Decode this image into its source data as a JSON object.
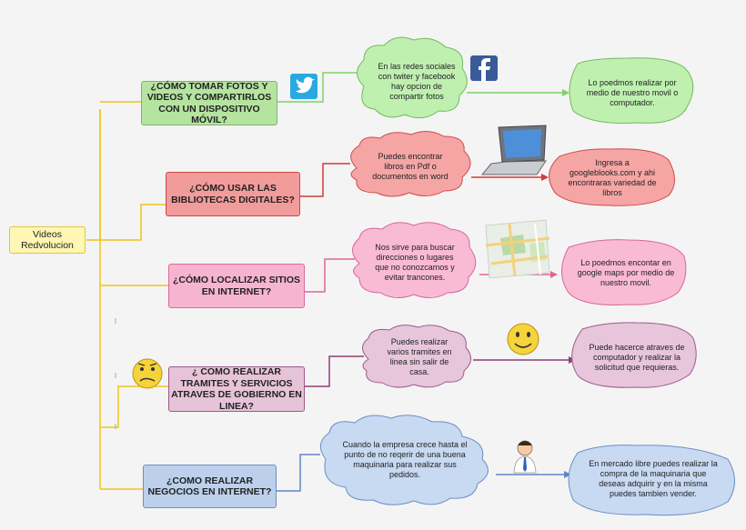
{
  "root": {
    "label": "Videos Redvolucion"
  },
  "branches": [
    {
      "question": "¿CÓMO TOMAR FOTOS Y VIDEOS Y COMPARTIRLOS CON UN DISPOSITIVO MÓVIL?",
      "idea": "En las redes sociales con twiter y facebook hay opcion de compartir fotos",
      "result": "Lo poedmos realizar por medio de nuestro movil o computador.",
      "colors": {
        "box": "#b5e4a0",
        "line": "#7bd36a",
        "cloud": "#bff0b0",
        "cloud_border": "#74b85f"
      },
      "icons": [
        "twitter-icon",
        "facebook-icon"
      ]
    },
    {
      "question": "¿CÓMO USAR LAS BIBLIOTECAS DIGITALES?",
      "idea": "Puedes encontrar libros en Pdf o documentos en word",
      "result": "Ingresa a googleblooks.com y ahi encontraras variedad de libros",
      "colors": {
        "box": "#f29b9b",
        "line": "#d23a3a",
        "cloud": "#f6a5a5",
        "cloud_border": "#d14a4a"
      },
      "icons": [
        "laptop-icon"
      ]
    },
    {
      "question": "¿CÓMO LOCALIZAR SITIOS EN INTERNET?",
      "idea": "Nos sirve para buscar direcciones o lugares que no conozcamos y evitar trancones.",
      "result": "Lo poedmos encontar en google maps por medio de nuestro movil.",
      "colors": {
        "box": "#f7b4d0",
        "line": "#e0649a",
        "cloud": "#f9bad4",
        "cloud_border": "#d9679a"
      },
      "icons": [
        "map-icon"
      ]
    },
    {
      "question": "¿ COMO REALIZAR TRAMITES Y SERVICIOS ATRAVES DE GOBIERNO EN LINEA?",
      "idea": "Puedes realizar varios tramites en linea sin salir de casa.",
      "result": "Puede hacerce atraves de computador y realizar la solicitud que requieras.",
      "colors": {
        "box": "#e6c3d8",
        "line": "#8f3f77",
        "cloud": "#e7c6dc",
        "cloud_border": "#9c5b86"
      },
      "icons": [
        "worried-face-icon",
        "smiley-face-icon"
      ]
    },
    {
      "question": "¿COMO REALIZAR NEGOCIOS EN INTERNET?",
      "idea": "Cuando la empresa crece hasta el punto de no reqerir de una buena maquinaria para realizar sus pedidos.",
      "result": "En mercado libre puedes realizar la compra de la maquinaria que deseas adquirir y en la misma puedes tambien vender.",
      "colors": {
        "box": "#bcd0ec",
        "line": "#5f86c6",
        "cloud": "#c8d9f2",
        "cloud_border": "#6b8fc4"
      },
      "icons": [
        "businessman-icon"
      ]
    }
  ],
  "colors": {
    "trunk": "#f0c419",
    "root_fill": "#fff7b3"
  }
}
